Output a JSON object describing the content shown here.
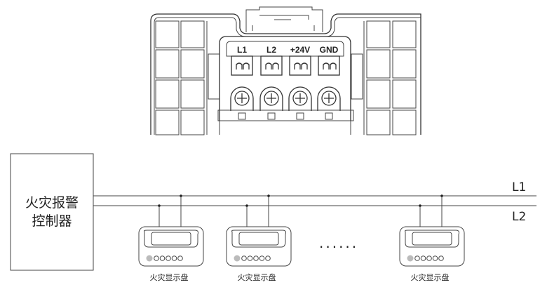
{
  "device": {
    "terminals": [
      "L1",
      "L2",
      "+24V",
      "GND"
    ]
  },
  "controller": {
    "line1": "火灾报警",
    "line2": "控制器"
  },
  "bus": {
    "l1_label": "L1",
    "l2_label": "L2"
  },
  "panels": [
    {
      "label": "火灾显示盘"
    },
    {
      "label": "火灾显示盘"
    },
    {
      "label": "火灾显示盘"
    }
  ],
  "ellipsis": "......"
}
